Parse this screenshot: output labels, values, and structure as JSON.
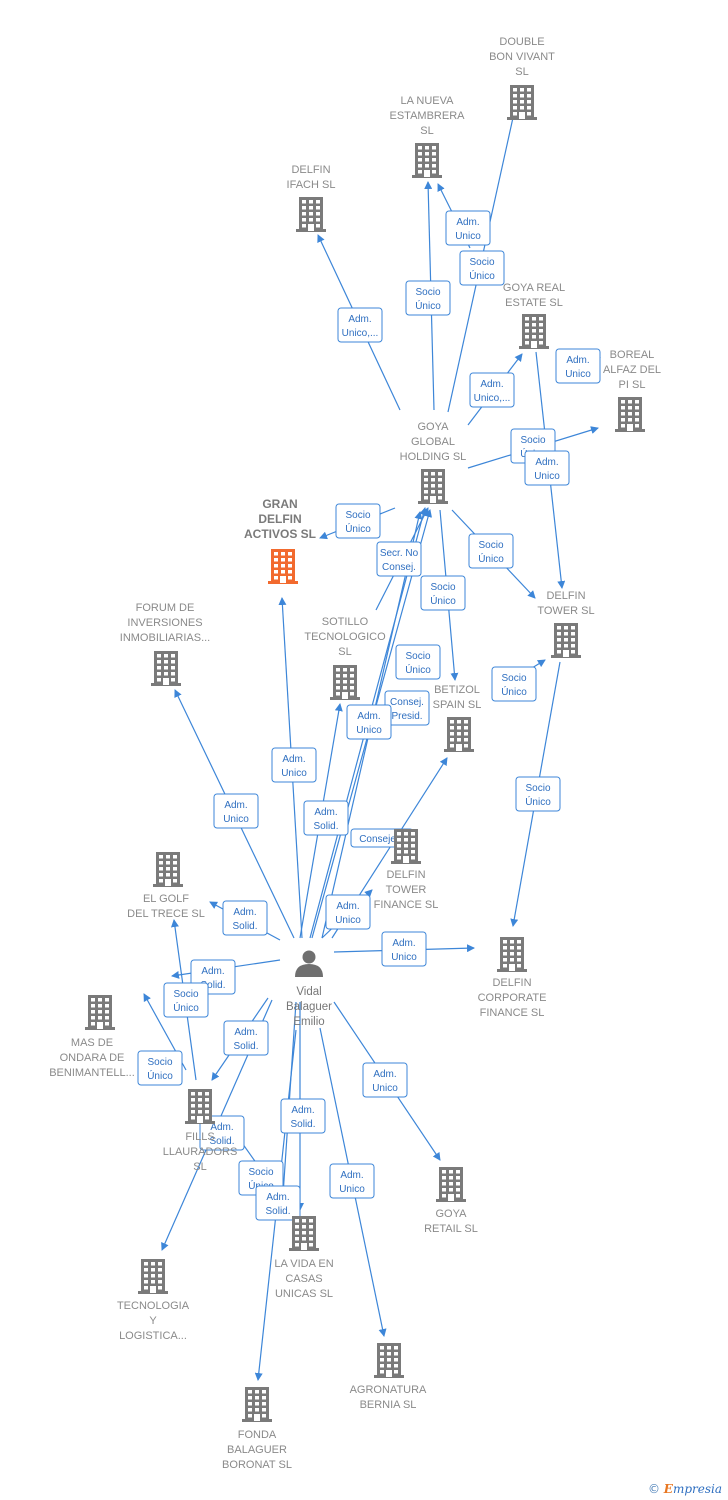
{
  "colors": {
    "edge": "#3d86d8",
    "node": "#7a7a7a",
    "highlight": "#f26a2e"
  },
  "nodes": [
    {
      "id": "double",
      "lines": [
        "DOUBLE",
        "BON VIVANT",
        "SL"
      ],
      "icon": "building-icon"
    },
    {
      "id": "nueva",
      "lines": [
        "LA NUEVA",
        "ESTAMBRERA",
        "SL"
      ],
      "icon": "building-icon"
    },
    {
      "id": "delfinifach",
      "lines": [
        "DELFIN",
        "IFACH  SL"
      ],
      "icon": "building-icon"
    },
    {
      "id": "goyareal",
      "lines": [
        "GOYA REAL",
        "ESTATE  SL"
      ],
      "icon": "building-icon"
    },
    {
      "id": "boreal",
      "lines": [
        "BOREAL",
        "ALFAZ DEL",
        "PI  SL"
      ],
      "icon": "building-icon"
    },
    {
      "id": "goyaglobal",
      "lines": [
        "GOYA",
        "GLOBAL",
        "HOLDING  SL"
      ],
      "icon": "building-icon"
    },
    {
      "id": "gran",
      "lines": [
        "GRAN",
        "DELFIN",
        "ACTIVOS  SL"
      ],
      "icon": "building-icon",
      "highlight": true
    },
    {
      "id": "forum",
      "lines": [
        "FORUM DE",
        "INVERSIONES",
        "INMOBILIARIAS..."
      ],
      "icon": "building-icon"
    },
    {
      "id": "sotillo",
      "lines": [
        "SOTILLO",
        "TECNOLOGICO",
        "SL"
      ],
      "icon": "building-icon"
    },
    {
      "id": "delfintower",
      "lines": [
        "DELFIN",
        "TOWER  SL"
      ],
      "icon": "building-icon"
    },
    {
      "id": "betizol",
      "lines": [
        "BETIZOL",
        "SPAIN  SL"
      ],
      "icon": "building-icon"
    },
    {
      "id": "elgolf",
      "lines": [
        "EL GOLF",
        "DEL TRECE  SL"
      ],
      "icon": "building-icon"
    },
    {
      "id": "dtf",
      "lines": [
        "DELFIN",
        "TOWER",
        "FINANCE  SL"
      ],
      "icon": "building-icon"
    },
    {
      "id": "dcf",
      "lines": [
        "DELFIN",
        "CORPORATE",
        "FINANCE  SL"
      ],
      "icon": "building-icon"
    },
    {
      "id": "vidal",
      "lines": [
        "Vidal",
        "Balaguer",
        "Emilio"
      ],
      "icon": "person-icon"
    },
    {
      "id": "mas",
      "lines": [
        "MAS DE",
        "ONDARA DE",
        "BENIMANTELL..."
      ],
      "icon": "building-icon"
    },
    {
      "id": "fills",
      "lines": [
        "FILLS",
        "LLAURADORS",
        "SL"
      ],
      "icon": "building-icon"
    },
    {
      "id": "goyaretail",
      "lines": [
        "GOYA",
        "RETAIL  SL"
      ],
      "icon": "building-icon"
    },
    {
      "id": "tecnologia",
      "lines": [
        "TECNOLOGIA",
        "Y",
        "LOGISTICA..."
      ],
      "icon": "building-icon"
    },
    {
      "id": "lavida",
      "lines": [
        "LA VIDA EN",
        "CASAS",
        "UNICAS  SL"
      ],
      "icon": "building-icon"
    },
    {
      "id": "agronatura",
      "lines": [
        "AGRONATURA",
        "BERNIA  SL"
      ],
      "icon": "building-icon"
    },
    {
      "id": "fonda",
      "lines": [
        "FONDA",
        "BALAGUER",
        "BORONAT  SL"
      ],
      "icon": "building-icon"
    }
  ],
  "edges": [
    {
      "from": "goyaglobal",
      "to": "double",
      "label": [
        "Socio",
        "Único"
      ]
    },
    {
      "from": "goyaglobal",
      "to": "nueva",
      "label": [
        "Socio",
        "Único"
      ]
    },
    {
      "from": "goyaglobal",
      "to": "nueva",
      "label": [
        "Adm.",
        "Unico"
      ]
    },
    {
      "from": "goyaglobal",
      "to": "delfinifach",
      "label": [
        "Adm.",
        "Unico,..."
      ]
    },
    {
      "from": "goyaglobal",
      "to": "goyareal",
      "label": [
        "Adm.",
        "Unico,..."
      ]
    },
    {
      "from": "goyaglobal",
      "to": "boreal",
      "label": [
        "Socio",
        "Único"
      ]
    },
    {
      "from": "goyaglobal",
      "to": "boreal",
      "label": [
        "Adm.",
        "Unico"
      ]
    },
    {
      "from": "goyaglobal",
      "to": "delfintower",
      "label": [
        "Socio",
        "Único"
      ]
    },
    {
      "from": "goyareal",
      "to": "delfintower",
      "label": [
        "Adm.",
        "Unico"
      ]
    },
    {
      "from": "goyaglobal",
      "to": "gran",
      "label": [
        "Socio",
        "Único"
      ]
    },
    {
      "from": "sotillo",
      "to": "goyaglobal",
      "label": [
        "Secr.  No",
        "Consej."
      ]
    },
    {
      "from": "goyaglobal",
      "to": "betizol",
      "label": [
        "Socio",
        "Único"
      ]
    },
    {
      "from": "betizol",
      "to": "delfintower",
      "label": [
        "Socio",
        "Único"
      ]
    },
    {
      "from": "delfintower",
      "to": "dcf",
      "label": [
        "Socio",
        "Único"
      ]
    },
    {
      "from": "vidal",
      "to": "goyaglobal",
      "label": [
        "Socio",
        "Único"
      ]
    },
    {
      "from": "vidal",
      "to": "goyaglobal",
      "label": [
        "Consej.",
        "Presid."
      ]
    },
    {
      "from": "vidal",
      "to": "sotillo",
      "label": [
        "Adm.",
        "Unico"
      ]
    },
    {
      "from": "vidal",
      "to": "gran",
      "label": [
        "Adm.",
        "Unico"
      ]
    },
    {
      "from": "vidal",
      "to": "forum",
      "label": [
        "Adm.",
        "Unico"
      ]
    },
    {
      "from": "vidal",
      "to": "goyaglobal",
      "label": [
        "Adm.",
        "Solid."
      ]
    },
    {
      "from": "vidal",
      "to": "betizol",
      "label": [
        "Consejero"
      ]
    },
    {
      "from": "vidal",
      "to": "dtf",
      "label": [
        "Adm.",
        "Unico"
      ]
    },
    {
      "from": "vidal",
      "to": "elgolf",
      "label": [
        "Adm.",
        "Solid."
      ]
    },
    {
      "from": "vidal",
      "to": "dcf",
      "label": [
        "Adm.",
        "Unico"
      ]
    },
    {
      "from": "vidal",
      "to": "mas",
      "label": [
        "Adm.",
        "Solid."
      ]
    },
    {
      "from": "fills",
      "to": "elgolf",
      "label": [
        "Socio",
        "Único"
      ]
    },
    {
      "from": "fills",
      "to": "mas",
      "label": [
        "Socio",
        "Único"
      ]
    },
    {
      "from": "vidal",
      "to": "fills",
      "label": [
        "Adm.",
        "Solid."
      ]
    },
    {
      "from": "vidal",
      "to": "tecnologia",
      "label": [
        "Adm.",
        "Solid."
      ]
    },
    {
      "from": "vidal",
      "to": "lavida",
      "label": [
        "Adm.",
        "Solid."
      ]
    },
    {
      "from": "fills",
      "to": "lavida",
      "label": [
        "Socio",
        "Único"
      ]
    },
    {
      "from": "vidal",
      "to": "lavida",
      "label": [
        "Adm.",
        "Solid."
      ]
    },
    {
      "from": "vidal",
      "to": "goyaretail",
      "label": [
        "Adm.",
        "Unico"
      ]
    },
    {
      "from": "vidal",
      "to": "agronatura",
      "label": [
        "Adm.",
        "Unico"
      ]
    },
    {
      "from": "vidal",
      "to": "fonda",
      "label": []
    }
  ],
  "brand": {
    "copyright": "©",
    "initial": "E",
    "name": "mpresia"
  }
}
